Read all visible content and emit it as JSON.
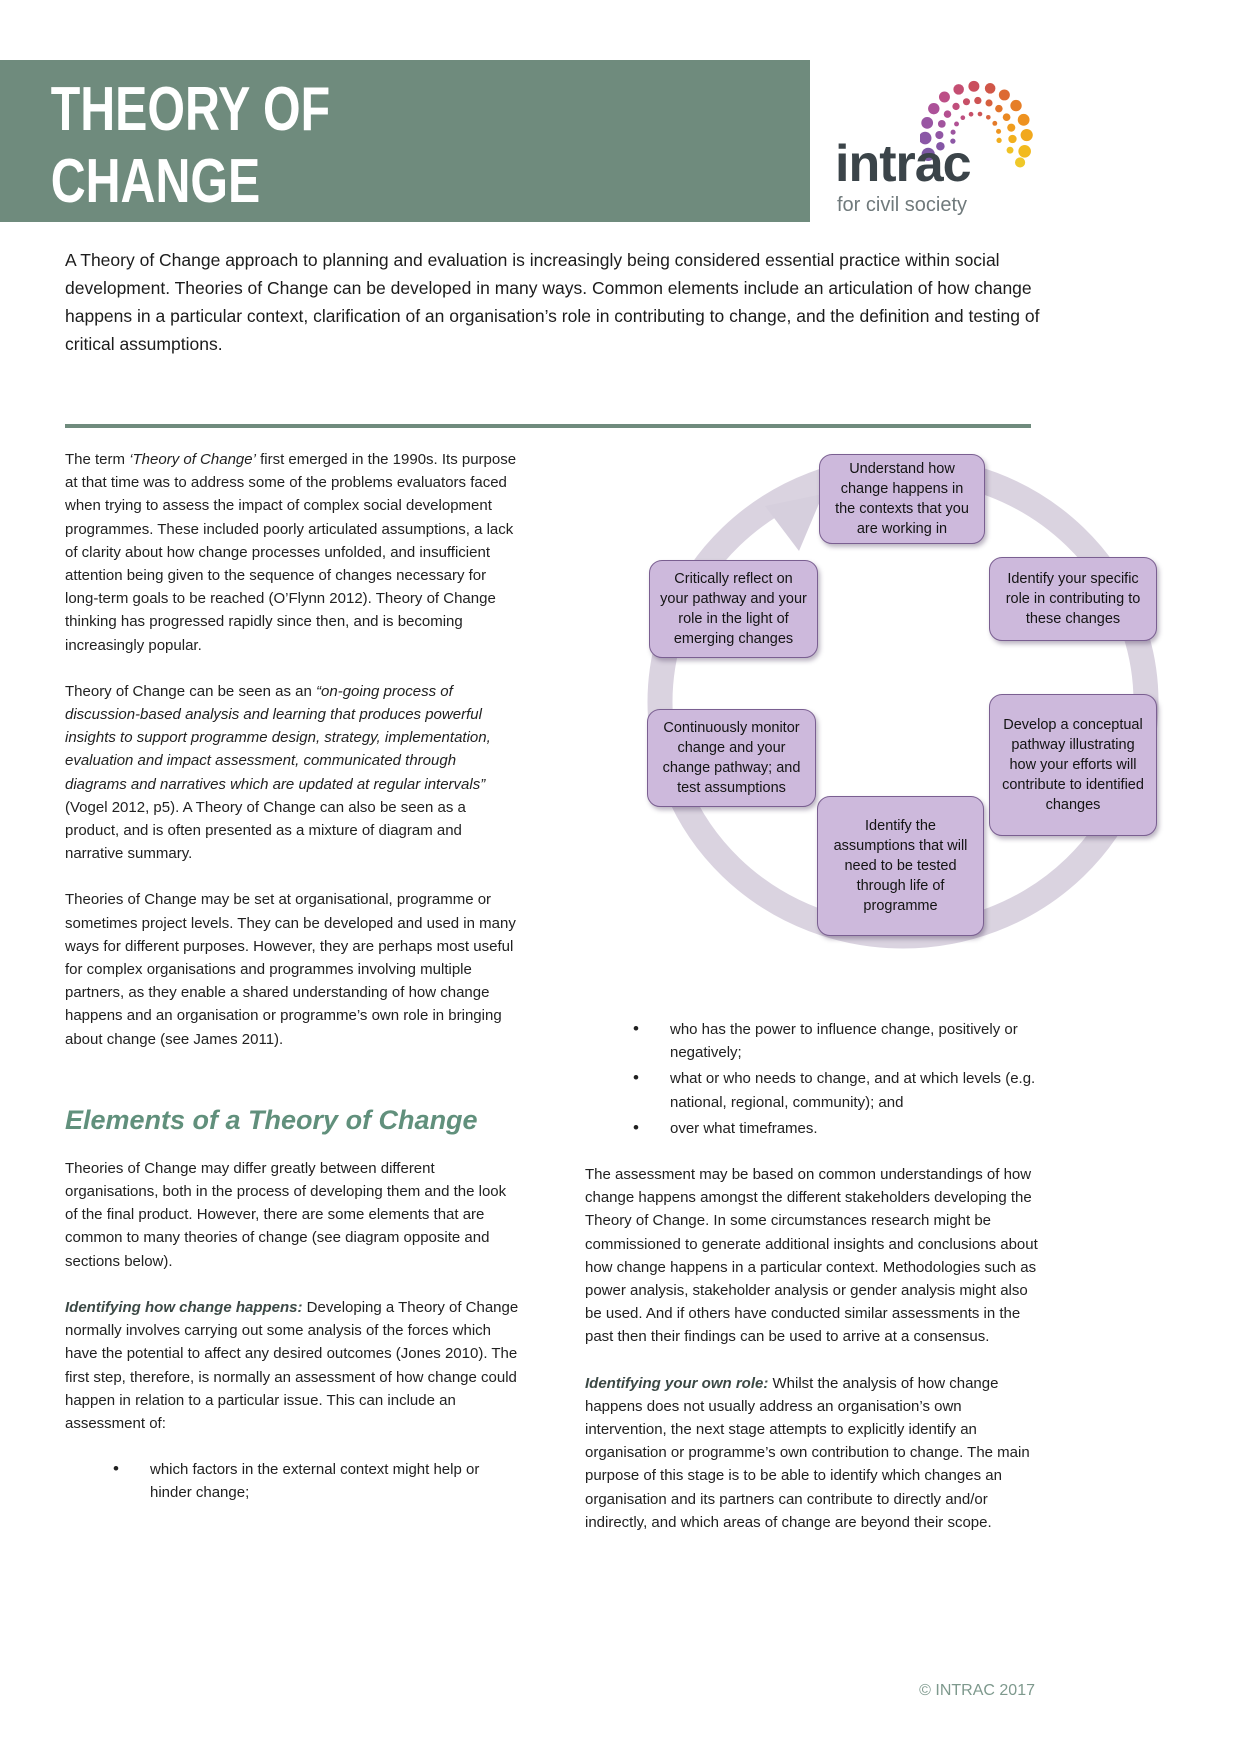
{
  "header": {
    "title_line1": "THEORY OF",
    "title_line2": "CHANGE",
    "logo": {
      "name": "intrac",
      "tagline": "for civil society"
    }
  },
  "intro": "A Theory of Change approach to planning and evaluation is increasingly being considered essential practice within social development. Theories of Change can be developed in many ways. Common elements include an articulation of how change happens in a particular context, clarification of an organisation’s role in contributing to change, and the definition and testing of critical assumptions.",
  "left_column": {
    "p1": {
      "pre": "The term ",
      "italic": "‘Theory of Change’",
      "post": " first emerged in the 1990s. Its purpose at that time was to address some of the problems evaluators faced when trying to assess the impact of complex social development programmes. These included poorly articulated assumptions, a lack of clarity about how change processes unfolded, and insufficient attention being given to the sequence of changes necessary for long-term goals to be reached (O’Flynn 2012). Theory of Change thinking has progressed rapidly since then, and is becoming increasingly popular."
    },
    "p2": {
      "pre": "Theory of Change can be seen as an ",
      "italic": "“on-going process of discussion-based analysis and learning that produces powerful insights to support programme design, strategy, implementation, evaluation and impact assessment, communicated through diagrams and narratives which are updated at regular intervals”",
      "post": " (Vogel 2012, p5). A Theory of Change can also be seen as a product, and is often presented as a mixture of diagram and narrative summary."
    },
    "p3": "Theories of Change may be set at organisational, programme or sometimes project levels. They can be developed and used in many ways for different purposes. However, they are perhaps most useful for complex organisations and programmes involving multiple partners, as they enable a shared understanding of how change happens and an organisation or programme’s own role in bringing about change (see James 2011).",
    "section_heading": "Elements of a Theory of Change",
    "p4": "Theories of Change may differ greatly between different organisations, both in the process of developing them and the look of the final product. However, there are some elements that are common to many theories of change (see diagram opposite and sections below).",
    "p5": {
      "lead": "Identifying how change happens:",
      "body": "  Developing a Theory of Change normally involves carrying out some analysis of the forces which have the potential to affect any desired outcomes (Jones 2010). The first step, therefore, is normally an assessment of how change could happen in relation to a particular issue. This can include an assessment of:"
    },
    "bullets": [
      "which factors in the external context might help or hinder change;"
    ]
  },
  "diagram": {
    "boxes": [
      "Understand how change happens in the contexts that you are working in",
      "Identify your specific role in contributing to these changes",
      "Develop a conceptual pathway illustrating how your efforts will contribute to identified changes",
      "Identify the assumptions that will need to be tested through life of programme",
      "Continuously monitor change and your change pathway; and test assumptions",
      "Critically reflect on your pathway and your role  in the light of emerging changes"
    ]
  },
  "right_column": {
    "bullets": [
      "who has the power to influence change, positively or negatively;",
      "what or who needs to change, and at which levels (e.g. national, regional, community); and",
      "over what timeframes."
    ],
    "p1": "The assessment may be based on common understandings of how change happens amongst the different stakeholders developing the Theory of Change. In some circumstances research might be commissioned to generate additional insights and conclusions about how change happens in a particular context. Methodologies such as power analysis, stakeholder analysis or gender analysis might also be used. And if others have conducted similar assessments in the past then their findings can be used to arrive at a consensus.",
    "p2": {
      "lead": "Identifying your own role:",
      "body": " Whilst the analysis of how change happens does not usually address an organisation’s own intervention, the next stage attempts to explicitly identify an organisation or programme’s own contribution to change. The main purpose of this stage is to be able to identify which changes an organisation and its partners can contribute to directly and/or indirectly, and which areas of change are beyond their scope."
    }
  },
  "footer": {
    "copyright": "© INTRAC 2017"
  },
  "colors": {
    "banner_green": "#6F8B7D",
    "heading_green": "#61907C",
    "subhead_dark": "#3C4946",
    "box_purple": "#CDB9DC",
    "box_border": "#7A5F91",
    "ring_lavender": "#DAD3E0",
    "copyright_green": "#7E998D",
    "logo_text": "#3B4449"
  }
}
